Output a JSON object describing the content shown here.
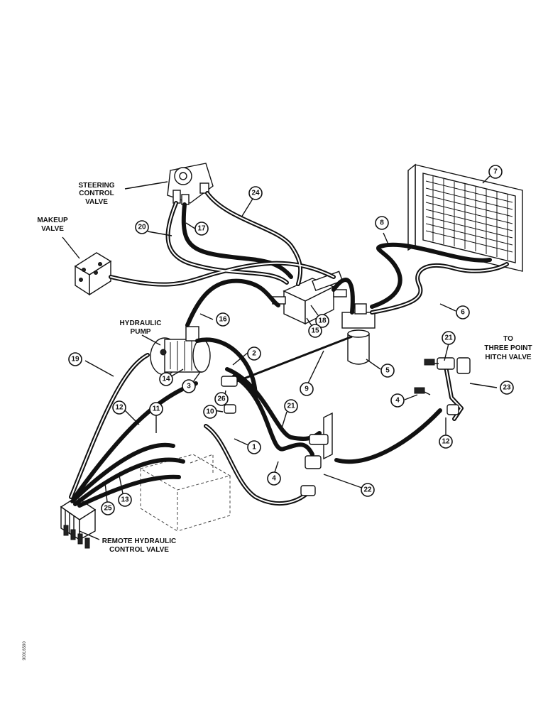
{
  "labels": {
    "steering_1": "STEERING",
    "steering_2": "CONTROL",
    "steering_3": "VALVE",
    "makeup_1": "MAKEUP",
    "makeup_2": "VALVE",
    "pump_1": "HYDRAULIC",
    "pump_2": "PUMP",
    "hitch_1": "TO",
    "hitch_2": "THREE POINT",
    "hitch_3": "HITCH VALVE",
    "remote_1": "REMOTE HYDRAULIC",
    "remote_2": "CONTROL VALVE"
  },
  "callouts": {
    "c1": "1",
    "c2": "2",
    "c3": "3",
    "c4a": "4",
    "c4b": "4",
    "c5": "5",
    "c6": "6",
    "c7": "7",
    "c8": "8",
    "c9": "9",
    "c10": "10",
    "c11": "11",
    "c12a": "12",
    "c12b": "12",
    "c13": "13",
    "c14": "14",
    "c15": "15",
    "c16": "16",
    "c17": "17",
    "c18": "18",
    "c19": "19",
    "c20": "20",
    "c21a": "21",
    "c21b": "21",
    "c22": "22",
    "c23": "23",
    "c24": "24",
    "c25": "25",
    "c26": "26"
  },
  "side_code": "90016590"
}
